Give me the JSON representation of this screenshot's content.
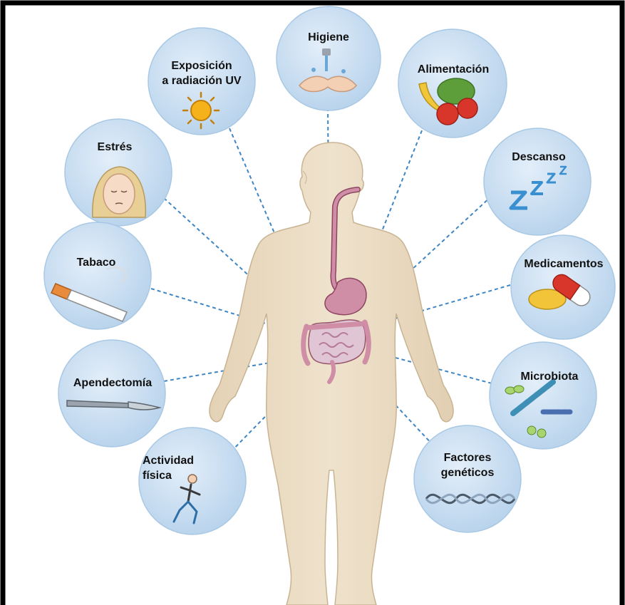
{
  "factors": [
    {
      "id": "higiene",
      "lines": [
        "Higiene"
      ],
      "icon": "washing-hands-icon"
    },
    {
      "id": "exposicion",
      "lines": [
        "Exposición",
        "a radiación UV"
      ],
      "icon": "sun-icon"
    },
    {
      "id": "alimentacion",
      "lines": [
        "Alimentación"
      ],
      "icon": "vegetables-icon"
    },
    {
      "id": "estres",
      "lines": [
        "Estrés"
      ],
      "icon": "stressed-face-icon"
    },
    {
      "id": "descanso",
      "lines": [
        "Descanso"
      ],
      "icon": "sleep-zzz-icon"
    },
    {
      "id": "tabaco",
      "lines": [
        "Tabaco"
      ],
      "icon": "cigarette-icon"
    },
    {
      "id": "medicamentos",
      "lines": [
        "Medicamentos"
      ],
      "icon": "pills-icon"
    },
    {
      "id": "apendectomia",
      "lines": [
        "Apendectomía"
      ],
      "icon": "scalpel-icon"
    },
    {
      "id": "microbiota",
      "lines": [
        "Microbiota"
      ],
      "icon": "bacteria-icon"
    },
    {
      "id": "actividad",
      "lines": [
        "Actividad",
        "física"
      ],
      "icon": "runner-icon"
    },
    {
      "id": "geneticos",
      "lines": [
        "Factores",
        "genéticos"
      ],
      "icon": "dna-helix-icon"
    }
  ],
  "colors": {
    "bubble_fill": "#c9dff1",
    "bubble_edge": "#a9c8e4",
    "body_fill": "#ecdcc3",
    "body_edge": "#c8b493",
    "gut_fill": "#cf8ea6",
    "gut_edge": "#8d4562",
    "connector": "#3f86c4",
    "frame": "#000000"
  }
}
